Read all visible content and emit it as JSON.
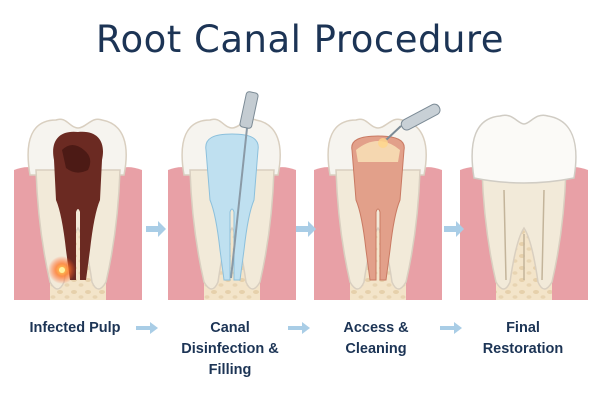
{
  "title": "Root Canal Procedure",
  "steps": [
    {
      "label": "Infected Pulp"
    },
    {
      "label": "Canal\nDisinfection &\nFilling"
    },
    {
      "label": "Access &\nCleaning"
    },
    {
      "label": "Final\nRestoration"
    }
  ],
  "colors": {
    "title": "#1c3455",
    "gum": "#e8a0a6",
    "bone": "#f3e4c9",
    "enamel": "#f6f4ef",
    "pulp_infected": "#6b2a22",
    "canal_blue": "#bfe0f0",
    "canal_filling": "#e2a08a",
    "arrow": "#a9cde6"
  }
}
